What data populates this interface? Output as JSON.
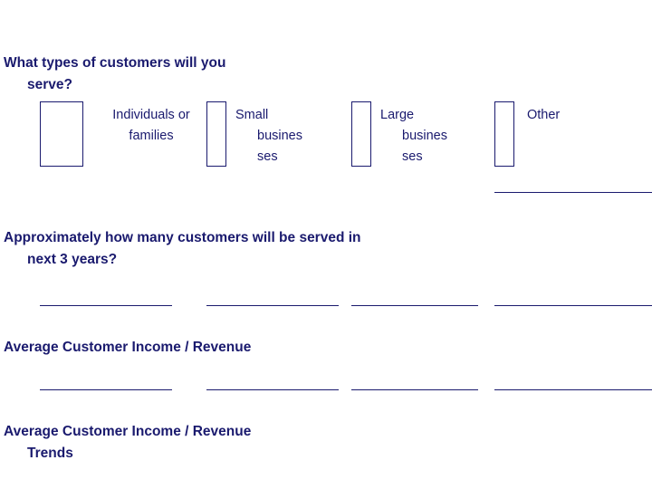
{
  "slide": {
    "questions": [
      {
        "id": "customer-types",
        "line1": "What types of customers will you",
        "line2": "serve?"
      },
      {
        "id": "customer-count",
        "line1": "Approximately how many customers will be served in",
        "line2": "next 3 years?"
      },
      {
        "id": "customer-income",
        "line1": "Average Customer Income / Revenue",
        "line2": ""
      },
      {
        "id": "customer-income-trends",
        "line1": "Average Customer Income / Revenue",
        "line2": "Trends"
      }
    ],
    "checkbox_options": [
      {
        "label_line1": "Individuals or",
        "label_line2": "families",
        "label_line3": ""
      },
      {
        "label_line1": "Small",
        "label_line2": "busines",
        "label_line3": "ses"
      },
      {
        "label_line1": "Large",
        "label_line2": "busines",
        "label_line3": "ses"
      },
      {
        "label_line1": "Other",
        "label_line2": "",
        "label_line3": ""
      }
    ],
    "blank_rows": [
      {
        "name": "customer-types-other-blank"
      },
      {
        "name": "customer-count-blanks"
      },
      {
        "name": "customer-income-blanks"
      }
    ],
    "colors": {
      "text": "#1a1a6e",
      "background": "#ffffff"
    }
  }
}
